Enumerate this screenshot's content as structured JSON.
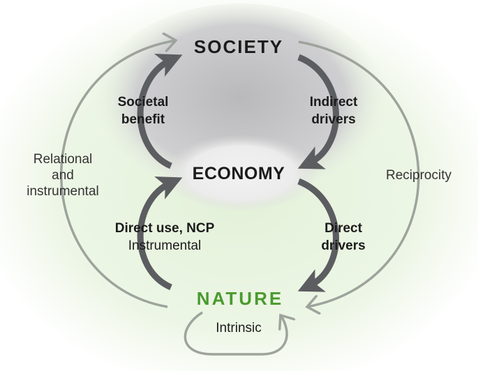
{
  "nodes": {
    "society": "SOCIETY",
    "economy": "ECONOMY",
    "nature": "NATURE"
  },
  "links": {
    "societal_benefit": [
      "Societal",
      "benefit"
    ],
    "indirect_drivers": [
      "Indirect",
      "drivers"
    ],
    "relational": [
      "Relational",
      "and",
      "instrumental"
    ],
    "reciprocity": "Reciprocity",
    "direct_use": [
      "Direct use, NCP",
      "Instrumental"
    ],
    "direct_drivers": [
      "Direct",
      "drivers"
    ],
    "intrinsic": "Intrinsic"
  },
  "colors": {
    "nature_green": "#4a9a2e",
    "dark_arrow": "#5c5d60",
    "light_arrow": "#9ea39c"
  }
}
